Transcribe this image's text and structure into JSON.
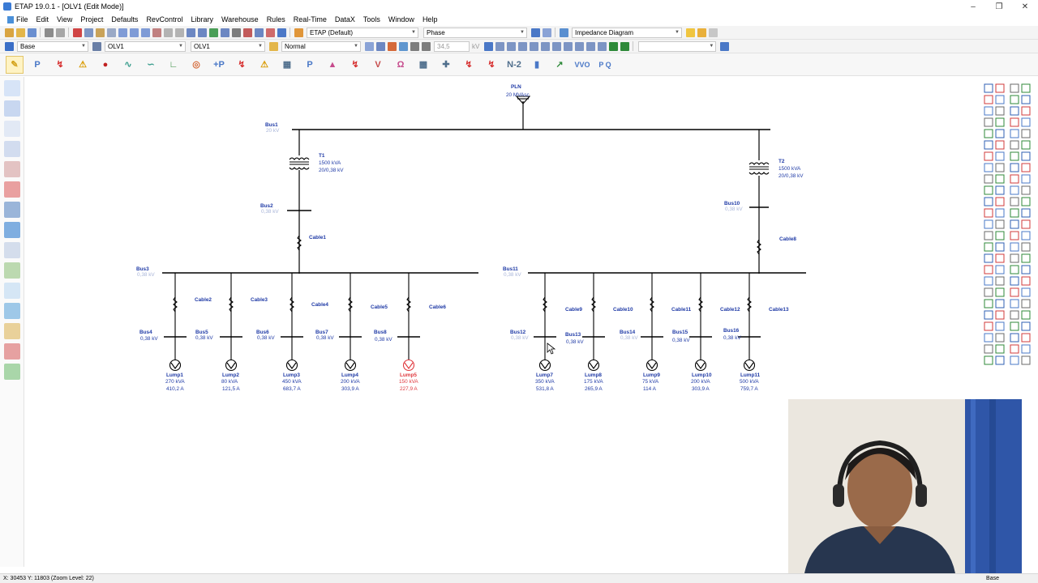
{
  "window": {
    "title": "ETAP 19.0.1 - [OLV1 (Edit Mode)]"
  },
  "menu": [
    "File",
    "Edit",
    "View",
    "Project",
    "Defaults",
    "RevControl",
    "Library",
    "Warehouse",
    "Rules",
    "Real-Time",
    "DataX",
    "Tools",
    "Window",
    "Help"
  ],
  "toolbar": {
    "study_case": "ETAP (Default)",
    "phase": "Phase",
    "view": "Impedance Diagram",
    "base": "Base",
    "olv_a": "OLV1",
    "olv_b": "OLV1",
    "mode": "Normal",
    "voltage": "34,5",
    "voltage_unit": "kV",
    "n2_label": "N-2",
    "vvo_label": "VVO",
    "pq_label": "P Q"
  },
  "status": {
    "coords": "X: 30453    Y: 11803 (Zoom Level: 22)",
    "config": "Base"
  },
  "diagram": {
    "grid": {
      "name": "PLN",
      "rating": "20 MVAsc"
    },
    "buses": [
      {
        "name": "Bus1",
        "kv": "20 kV"
      },
      {
        "name": "Bus2",
        "kv": "0,38 kV"
      },
      {
        "name": "Bus3",
        "kv": "0,38 kV"
      },
      {
        "name": "Bus4",
        "kv": "0,38 kV"
      },
      {
        "name": "Bus5",
        "kv": "0,38 kV"
      },
      {
        "name": "Bus6",
        "kv": "0,38 kV"
      },
      {
        "name": "Bus7",
        "kv": "0,38 kV"
      },
      {
        "name": "Bus8",
        "kv": "0,38 kV"
      },
      {
        "name": "Bus10",
        "kv": "0,38 kV"
      },
      {
        "name": "Bus11",
        "kv": "0,38 kV"
      },
      {
        "name": "Bus12",
        "kv": "0,38 kV"
      },
      {
        "name": "Bus13",
        "kv": "0,38 kV"
      },
      {
        "name": "Bus14",
        "kv": "0,38 kV"
      },
      {
        "name": "Bus15",
        "kv": "0,38 kV"
      },
      {
        "name": "Bus16",
        "kv": "0,38 kV"
      }
    ],
    "transformers": [
      {
        "name": "T1",
        "rating": "1500 kVA",
        "kv": "20/0,38 kV"
      },
      {
        "name": "T2",
        "rating": "1500 kVA",
        "kv": "20/0,38 kV"
      }
    ],
    "cables": [
      "Cable1",
      "Cable2",
      "Cable3",
      "Cable4",
      "Cable5",
      "Cable6",
      "Cable8",
      "Cable9",
      "Cable10",
      "Cable11",
      "Cable12",
      "Cable13"
    ],
    "loads": [
      {
        "name": "Lump1",
        "kva": "270 kVA",
        "amp": "410,2 A",
        "alert": false
      },
      {
        "name": "Lump2",
        "kva": "80 kVA",
        "amp": "121,5 A",
        "alert": false
      },
      {
        "name": "Lump3",
        "kva": "450 kVA",
        "amp": "683,7 A",
        "alert": false
      },
      {
        "name": "Lump4",
        "kva": "200 kVA",
        "amp": "303,9 A",
        "alert": false
      },
      {
        "name": "Lump5",
        "kva": "150 kVA",
        "amp": "227,9 A",
        "alert": true
      },
      {
        "name": "Lump7",
        "kva": "350 kVA",
        "amp": "531,8 A",
        "alert": false
      },
      {
        "name": "Lump8",
        "kva": "175 kVA",
        "amp": "265,9 A",
        "alert": false
      },
      {
        "name": "Lump9",
        "kva": "75 kVA",
        "amp": "114 A",
        "alert": false
      },
      {
        "name": "Lump10",
        "kva": "200 kVA",
        "amp": "303,9 A",
        "alert": false
      },
      {
        "name": "Lump11",
        "kva": "500 kVA",
        "amp": "759,7 A",
        "alert": false
      }
    ]
  },
  "colors": {
    "label": "#1f3aa6",
    "faint": "#a8b4d8",
    "alert": "#e0393e",
    "line": "#000000"
  }
}
